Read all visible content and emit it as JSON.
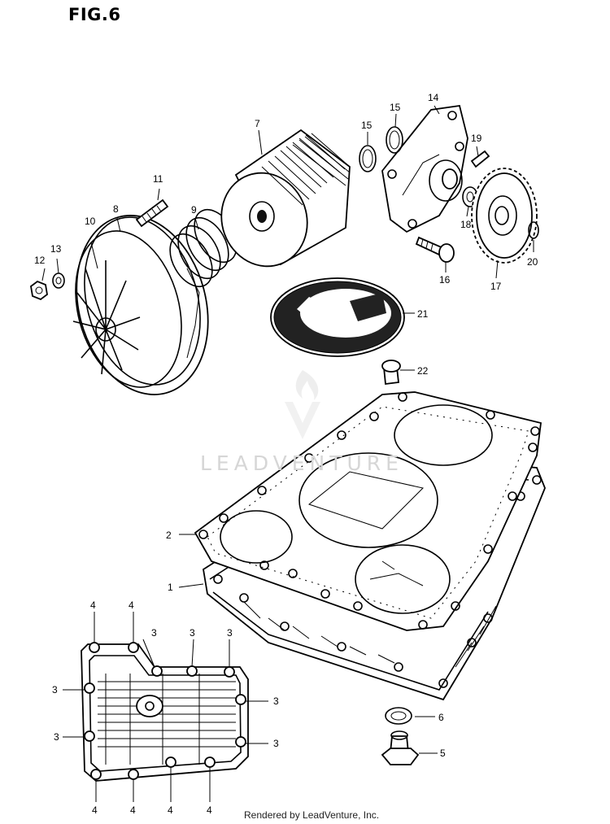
{
  "figure": {
    "title": "FIG.6"
  },
  "watermark": {
    "text": "LEADVENTURE"
  },
  "footer": {
    "text": "Rendered by LeadVenture, Inc."
  },
  "callouts": [
    {
      "label": "1"
    },
    {
      "label": "2"
    },
    {
      "label": "3"
    },
    {
      "label": "4"
    },
    {
      "label": "5"
    },
    {
      "label": "6"
    },
    {
      "label": "7"
    },
    {
      "label": "8"
    },
    {
      "label": "9"
    },
    {
      "label": "10"
    },
    {
      "label": "11"
    },
    {
      "label": "12"
    },
    {
      "label": "13"
    },
    {
      "label": "14"
    },
    {
      "label": "15"
    },
    {
      "label": "16"
    },
    {
      "label": "17"
    },
    {
      "label": "18"
    },
    {
      "label": "19"
    },
    {
      "label": "20"
    },
    {
      "label": "21"
    },
    {
      "label": "22"
    }
  ]
}
